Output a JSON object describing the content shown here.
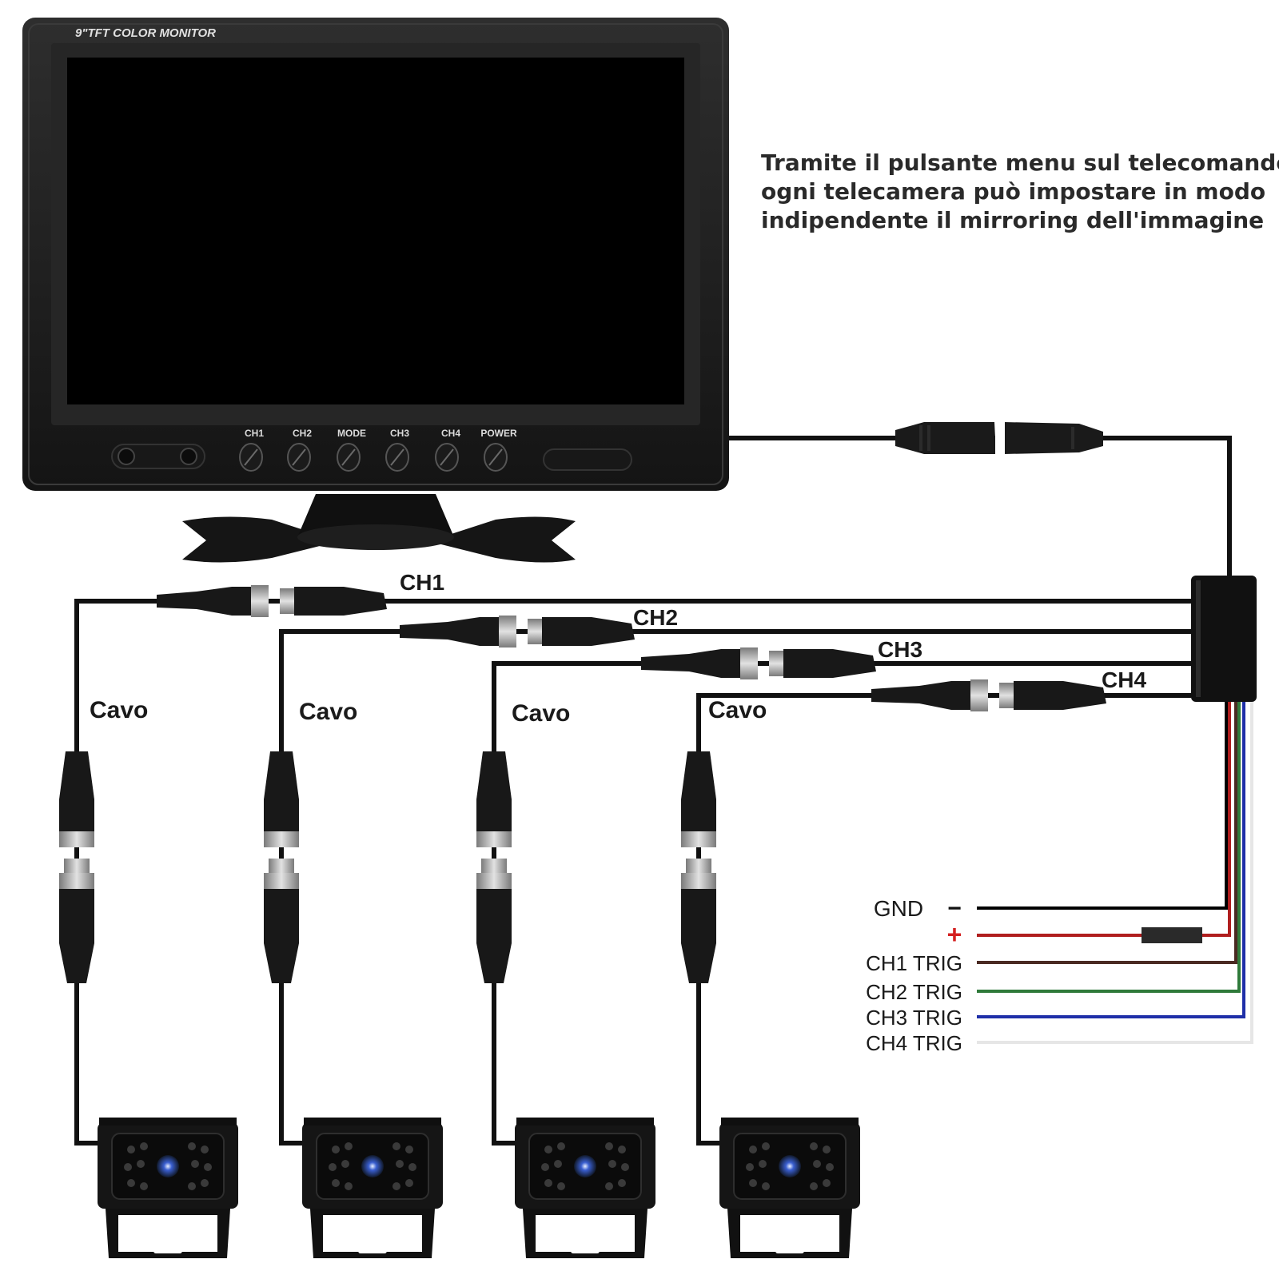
{
  "monitor": {
    "brand_label": "9\"TFT COLOR MONITOR",
    "buttons": [
      {
        "label": "CH1"
      },
      {
        "label": "CH2"
      },
      {
        "label": "MODE"
      },
      {
        "label": "CH3"
      },
      {
        "label": "CH4"
      },
      {
        "label": "POWER"
      }
    ]
  },
  "description": {
    "lines": [
      "Tramite il pulsante menu sul telecomando,",
      "ogni telecamera può impostare in modo",
      "indipendente il mirroring dell'immagine"
    ]
  },
  "channels": [
    {
      "label": "CH1",
      "cable_label": "Cavo"
    },
    {
      "label": "CH2",
      "cable_label": "Cavo"
    },
    {
      "label": "CH3",
      "cable_label": "Cavo"
    },
    {
      "label": "CH4",
      "cable_label": "Cavo"
    }
  ],
  "power_wires": [
    {
      "label": "GND",
      "symbol": "−",
      "color": "#000000"
    },
    {
      "label": "",
      "symbol": "+",
      "color": "#b01e1e"
    },
    {
      "label": "CH1 TRIG",
      "symbol": "",
      "color": "#4a2a22"
    },
    {
      "label": "CH2 TRIG",
      "symbol": "",
      "color": "#2f7a3a"
    },
    {
      "label": "CH3 TRIG",
      "symbol": "",
      "color": "#1f2fa8"
    },
    {
      "label": "CH4 TRIG",
      "symbol": "",
      "color": "#e6e6e6"
    }
  ],
  "colors": {
    "cable": "#111111",
    "monitor_body": "#1c1c1c",
    "screen": "#000000",
    "plus_symbol": "#d42020",
    "connector_metal": "#b8b8b8",
    "camera_led": "#3a5fd0"
  }
}
